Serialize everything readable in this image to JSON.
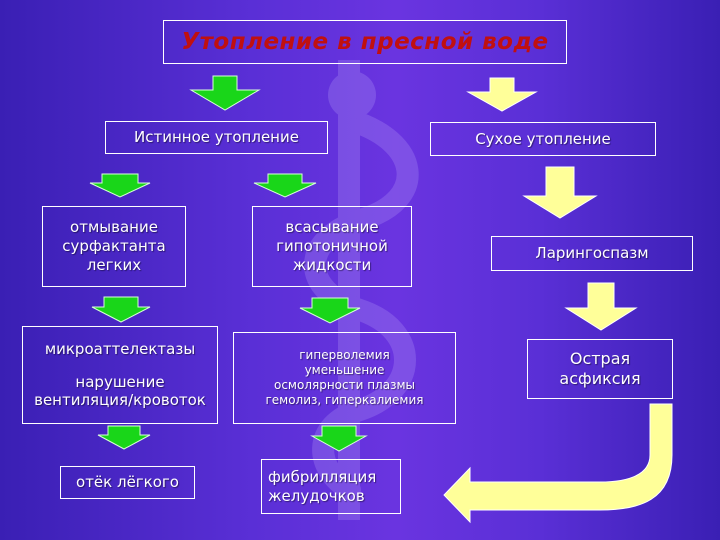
{
  "title": "Утопление в пресной воде",
  "nodes": {
    "true_drowning": "Истинное утопление",
    "dry_drowning": "Сухое утопление",
    "surfactant_washout": [
      "отмывание",
      "сурфактанта",
      "легких"
    ],
    "hypotonic_absorption": [
      "всасывание",
      "гипотоничной",
      "жидкости"
    ],
    "laryngospasm": "Ларингоспазм",
    "microatelectasis": "микроаттелектазы",
    "ventilation_disorder": [
      "нарушение",
      "вентиляция/кровоток"
    ],
    "hypervolemia": [
      "гиперволемия",
      "уменьшение",
      "осмолярности плазмы",
      "гемолиз, гиперкалиемия"
    ],
    "acute_asphyxia": [
      "Острая",
      "асфиксия"
    ],
    "lung_edema": "отёк лёгкого",
    "ventricular_fibrillation": [
      "фибрилляция",
      "желудочков"
    ]
  },
  "colors": {
    "background": "#5a2fd6",
    "title_text": "#c01010",
    "green_arrow": "#19d619",
    "yellow_arrow": "#ffff99",
    "box_border": "#ffffff"
  }
}
